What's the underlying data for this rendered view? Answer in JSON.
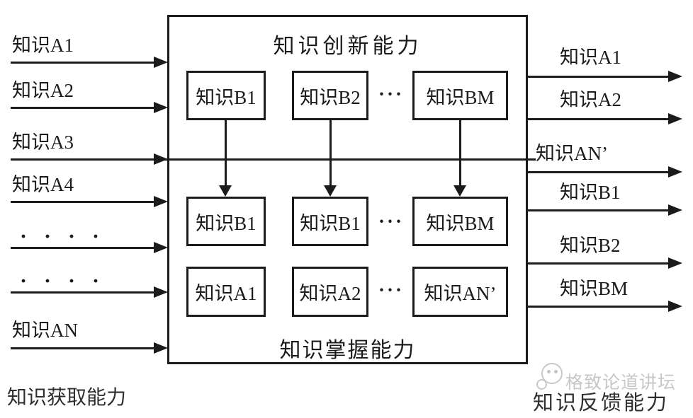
{
  "diagram": {
    "main_box": {
      "top_title": "知识创新能力",
      "bottom_title": "知识掌握能力",
      "top_row": {
        "boxes": [
          "知识B1",
          "知识B2",
          "知识BM"
        ],
        "ellipsis": "···"
      },
      "middle_row": {
        "boxes": [
          "知识B1",
          "知识B1",
          "知识BM"
        ],
        "ellipsis": "···"
      },
      "bottom_row": {
        "boxes": [
          "知识A1",
          "知识A2",
          "知识AN’"
        ],
        "ellipsis": "···"
      }
    },
    "left_inputs": [
      "知识A1",
      "知识A2",
      "知识A3",
      "知识A4",
      "····",
      "····",
      "知识AN"
    ],
    "right_outputs": [
      "知识A1",
      "知识A2",
      "知识AN’",
      "知识B1",
      "知识B2",
      "知识BM"
    ],
    "captions": {
      "bottom_left": "知识获取能力",
      "bottom_right": "知识反馈能力"
    },
    "watermark": {
      "text": "格致论道讲坛",
      "logo": "speech-bubble-face-icon"
    },
    "colors": {
      "line": "#1b1b1b",
      "text": "#1b1b1b",
      "watermark": "#c7c7c7",
      "background": "#ffffff"
    }
  }
}
